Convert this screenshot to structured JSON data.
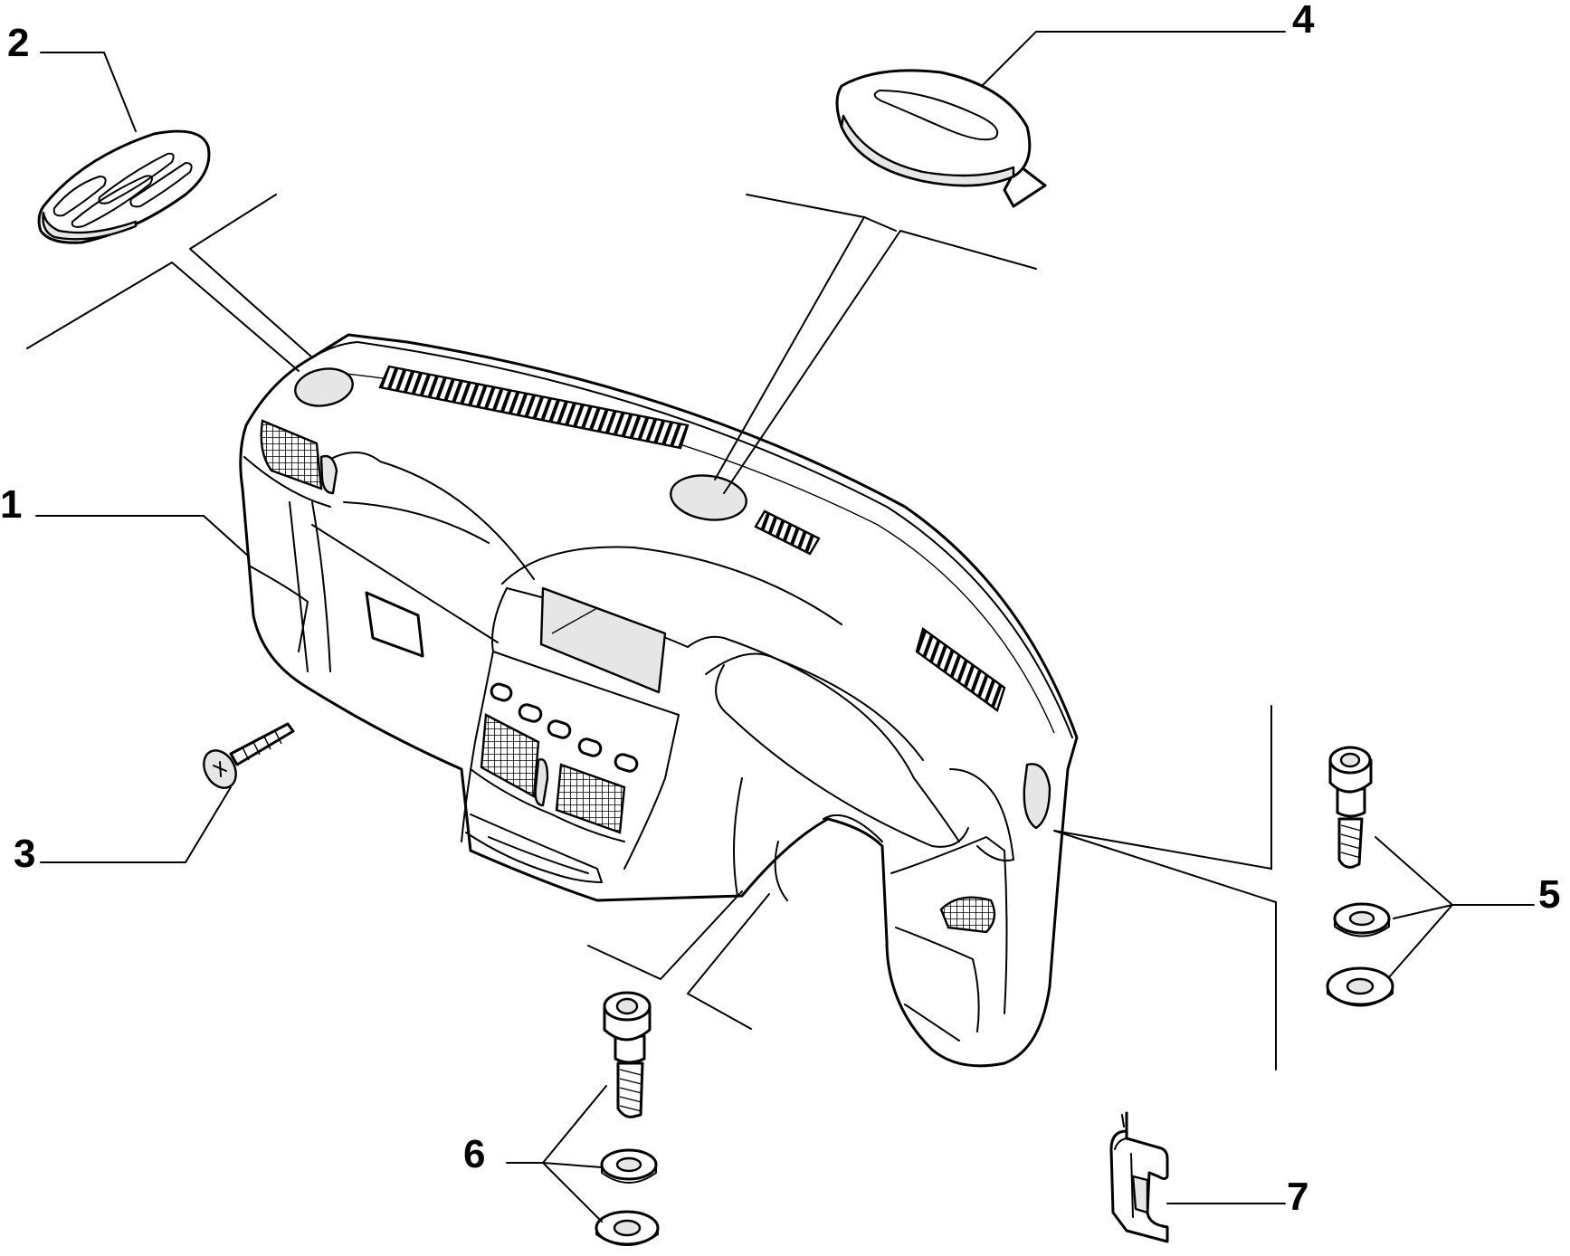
{
  "callouts": [
    {
      "id": "1",
      "label": "1",
      "part": "dashboard"
    },
    {
      "id": "2",
      "label": "2",
      "part": "left-speaker-grille"
    },
    {
      "id": "3",
      "label": "3",
      "part": "screw"
    },
    {
      "id": "4",
      "label": "4",
      "part": "center-speaker-grille"
    },
    {
      "id": "5",
      "label": "5",
      "part": "bolt-and-washers-right"
    },
    {
      "id": "6",
      "label": "6",
      "part": "bolt-and-washers-bottom"
    },
    {
      "id": "7",
      "label": "7",
      "part": "clip"
    }
  ],
  "colors": {
    "line": "#000000",
    "background": "#ffffff",
    "shade": "#e6e6e6"
  }
}
